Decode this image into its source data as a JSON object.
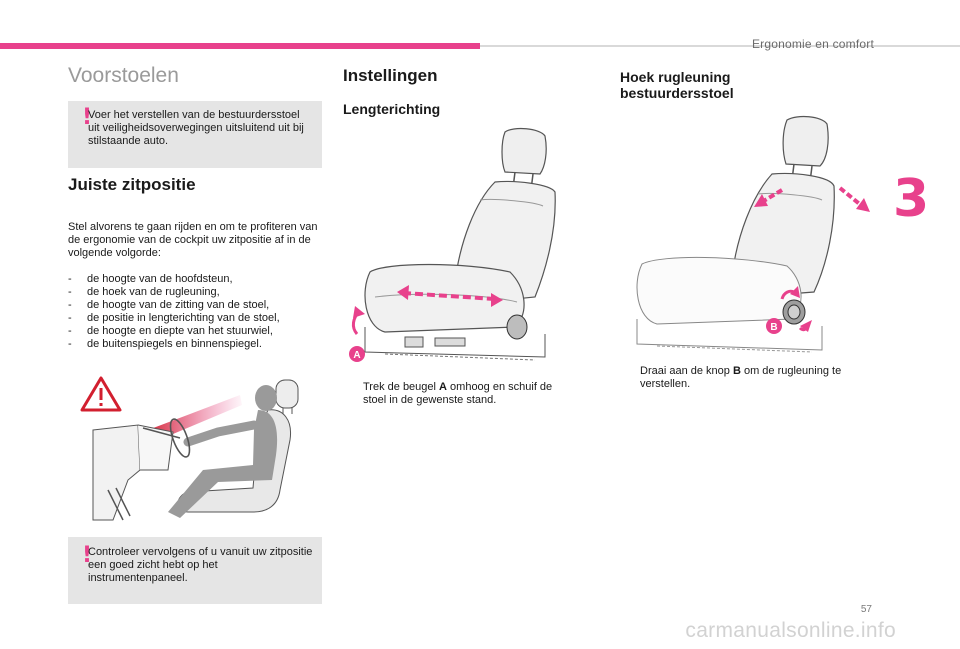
{
  "header": {
    "section": "Ergonomie en comfort",
    "chapter": "3"
  },
  "left": {
    "title": "Voorstoelen",
    "warning1": "Voer het verstellen van de bestuurdersstoel uit veiligheidsoverwegingen uitsluitend uit bij stilstaande auto.",
    "heading": "Juiste zitpositie",
    "intro": "Stel alvorens te gaan rijden en om te profiteren van de ergonomie van de cockpit uw zitpositie af in de volgende volgorde:",
    "sequence": [
      "de hoogte van de hoofdsteun,",
      "de hoek van de rugleuning,",
      "de hoogte van de zitting van de stoel,",
      "de positie in lengterichting van de stoel,",
      "de hoogte en diepte van het stuurwiel,",
      "de buitenspiegels en binnenspiegel."
    ],
    "warning2": "Controleer vervolgens of u vanuit uw zitpositie een goed zicht hebt op het instrumentenpaneel."
  },
  "middle": {
    "heading": "Instellingen",
    "subheading": "Lengterichting",
    "label_a": "A",
    "step_bullet": "",
    "step_pre": "Trek de beugel ",
    "step_key": "A",
    "step_post": " omhoog en schuif de stoel in de gewenste stand."
  },
  "right": {
    "heading": "Hoek rugleuning bestuurdersstoel",
    "label_b": "B",
    "step_bullet": "",
    "step_pre": "Draai aan de knop ",
    "step_key": "B",
    "step_post": " om de rugleuning te verstellen."
  },
  "footer": {
    "page_number": "57",
    "watermark": "carmanualsonline.info"
  },
  "colors": {
    "accent": "#e8418c",
    "box_bg": "#e5e5e5",
    "warning_red": "#d21f2f"
  }
}
